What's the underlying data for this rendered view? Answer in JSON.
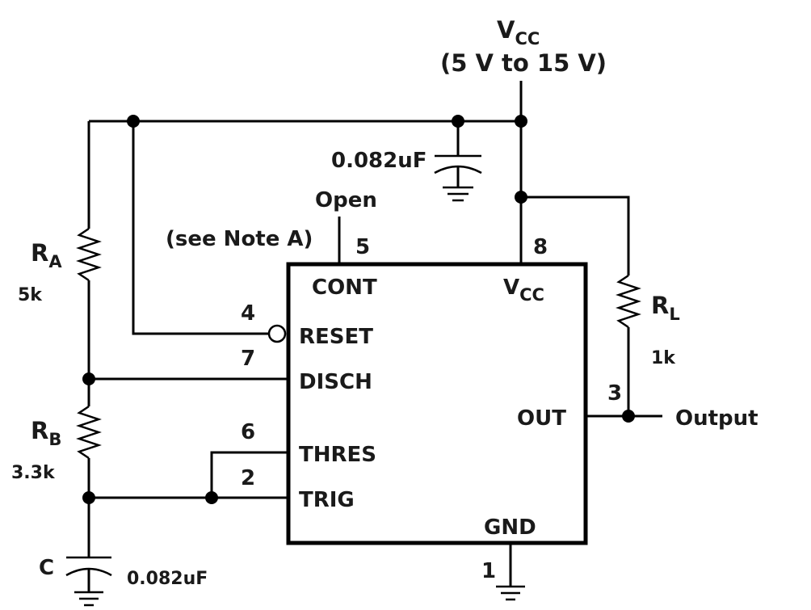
{
  "supply": {
    "label": "V",
    "label_sub": "CC",
    "range": "(5 V to 15 V)"
  },
  "chip": {
    "pins": {
      "cont": {
        "name": "CONT",
        "number": "5"
      },
      "vcc": {
        "name": "V",
        "name_sub": "CC",
        "number": "8"
      },
      "reset": {
        "name": "RESET",
        "number": "4"
      },
      "disch": {
        "name": "DISCH",
        "number": "7"
      },
      "thres": {
        "name": "THRES",
        "number": "6"
      },
      "trig": {
        "name": "TRIG",
        "number": "2"
      },
      "out": {
        "name": "OUT",
        "number": "3"
      },
      "gnd": {
        "name": "GND",
        "number": "1"
      }
    }
  },
  "components": {
    "ra": {
      "name": "R",
      "sub": "A",
      "value": "5k"
    },
    "rb": {
      "name": "R",
      "sub": "B",
      "value": "3.3k"
    },
    "rl": {
      "name": "R",
      "sub": "L",
      "value": "1k"
    },
    "c": {
      "name": "C",
      "value": "0.082uF"
    },
    "cvcc": {
      "value": "0.082uF"
    }
  },
  "notes": {
    "open": "Open",
    "note_a": "(see Note A)"
  },
  "output": {
    "label": "Output"
  }
}
